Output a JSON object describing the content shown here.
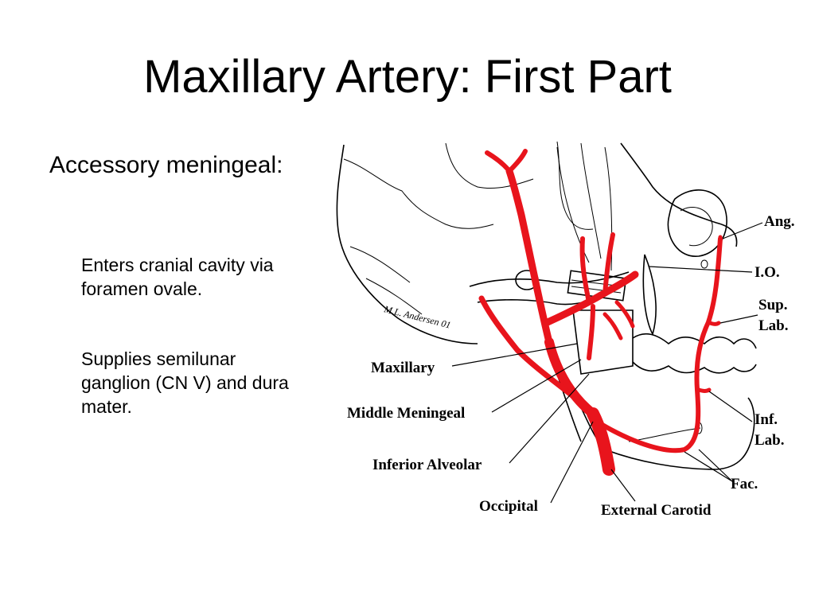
{
  "slide": {
    "title": "Maxillary Artery: First Part",
    "bullet": "Accessory meningeal:",
    "subpoints": [
      "Enters cranial cavity via foramen ovale.",
      "Supplies semilunar ganglion (CN V) and dura mater."
    ]
  },
  "diagram": {
    "signature": "M.L. Andersen 01",
    "labels": {
      "ang": "Ang.",
      "io": "I.O.",
      "sup_lab_1": "Sup.",
      "sup_lab_2": "Lab.",
      "inf_lab_1": "Inf.",
      "inf_lab_2": "Lab.",
      "fac": "Fac.",
      "maxillary": "Maxillary",
      "middle_meningeal": "Middle Meningeal",
      "inferior_alveolar": "Inferior Alveolar",
      "occipital": "Occipital",
      "external_carotid": "External Carotid"
    },
    "colors": {
      "artery": "#e8141c",
      "ink": "#000000"
    }
  }
}
